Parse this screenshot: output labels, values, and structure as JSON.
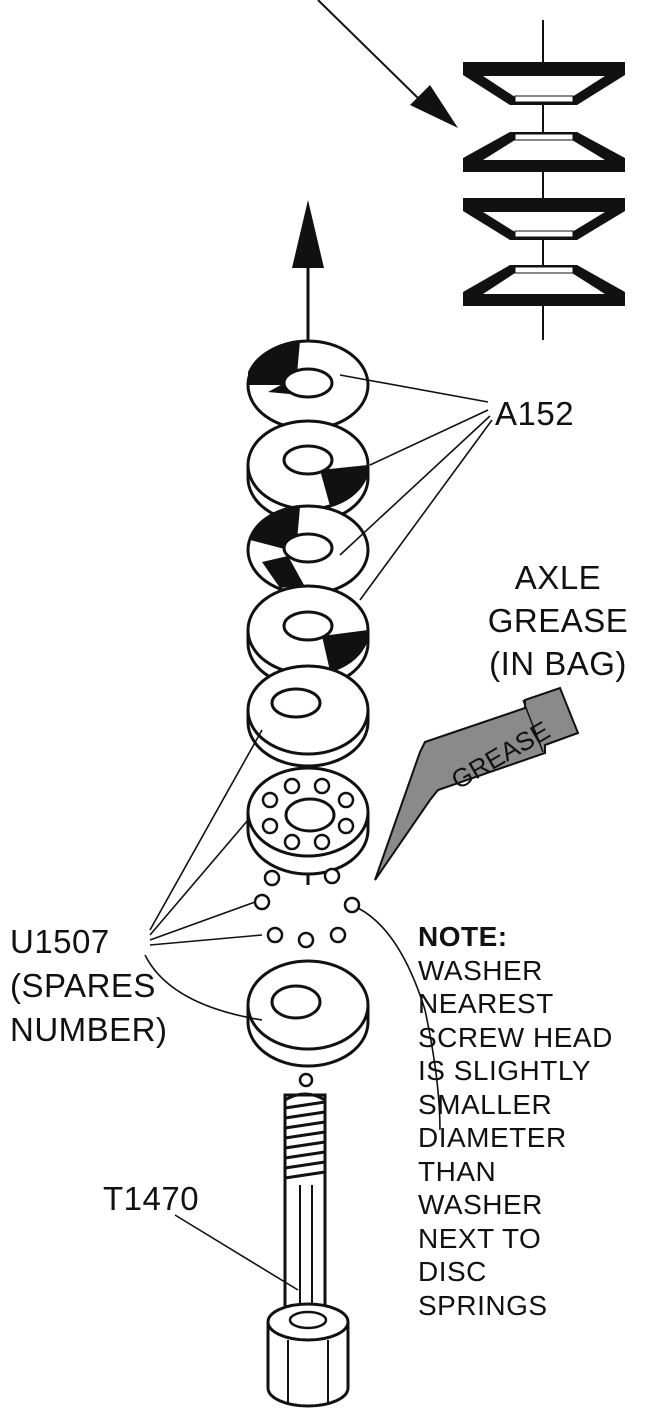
{
  "labels": {
    "a152": "A152",
    "axle_grease": [
      "AXLE",
      "GREASE",
      "(IN BAG)"
    ],
    "grease_tube": "GREASE",
    "u1507": [
      "U1507",
      "(SPARES",
      "NUMBER)"
    ],
    "t1470": "T1470",
    "note_title": "NOTE:",
    "note_lines": [
      "WASHER",
      "NEAREST",
      "SCREW HEAD",
      "IS SLIGHTLY",
      "SMALLER",
      "DIAMETER",
      "THAN",
      "WASHER",
      "NEXT TO",
      "DISC",
      "SPRINGS"
    ]
  },
  "colors": {
    "ink": "#111111",
    "tube": "#8a8a8a",
    "paper": "#ffffff"
  }
}
